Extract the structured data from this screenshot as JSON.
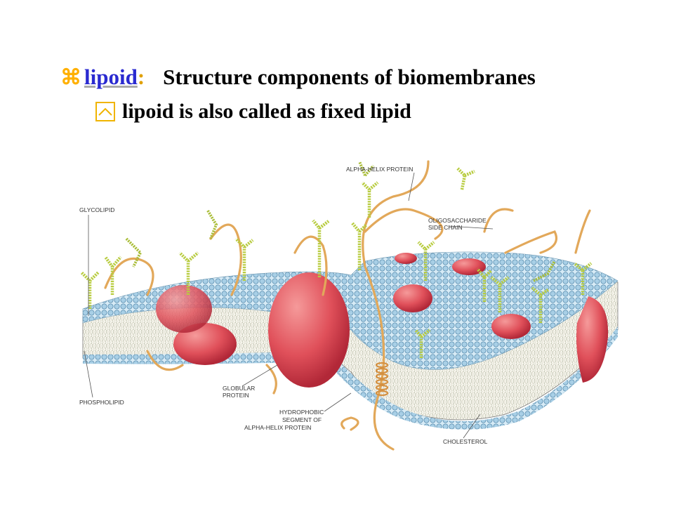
{
  "slide": {
    "heading_keyword": "lipoid",
    "heading_colon": ":",
    "heading_text": "Structure components  of  biomembranes",
    "sub_text": "lipoid is also called as fixed lipid"
  },
  "diagram": {
    "labels": {
      "alpha_helix_protein": "ALPHA-HELIX PROTEIN",
      "glycolipid": "GLYCOLIPID",
      "oligosaccharide_1": "OLIGOSACCHARIDE",
      "oligosaccharide_2": "SIDE CHAIN",
      "globular_1": "GLOBULAR",
      "globular_2": "PROTEIN",
      "phospholipid": "PHOSPHOLIPID",
      "hydrophobic_1": "HYDROPHOBIC",
      "hydrophobic_2": "SEGMENT OF",
      "hydrophobic_3": "ALPHA-HELIX PROTEIN",
      "cholesterol": "CHOLESTEROL"
    },
    "colors": {
      "lipid_head": "#a8cfe6",
      "protein": "#e0505a",
      "sugar_chain": "#b8cc40",
      "helix": "#e2a85a"
    }
  }
}
